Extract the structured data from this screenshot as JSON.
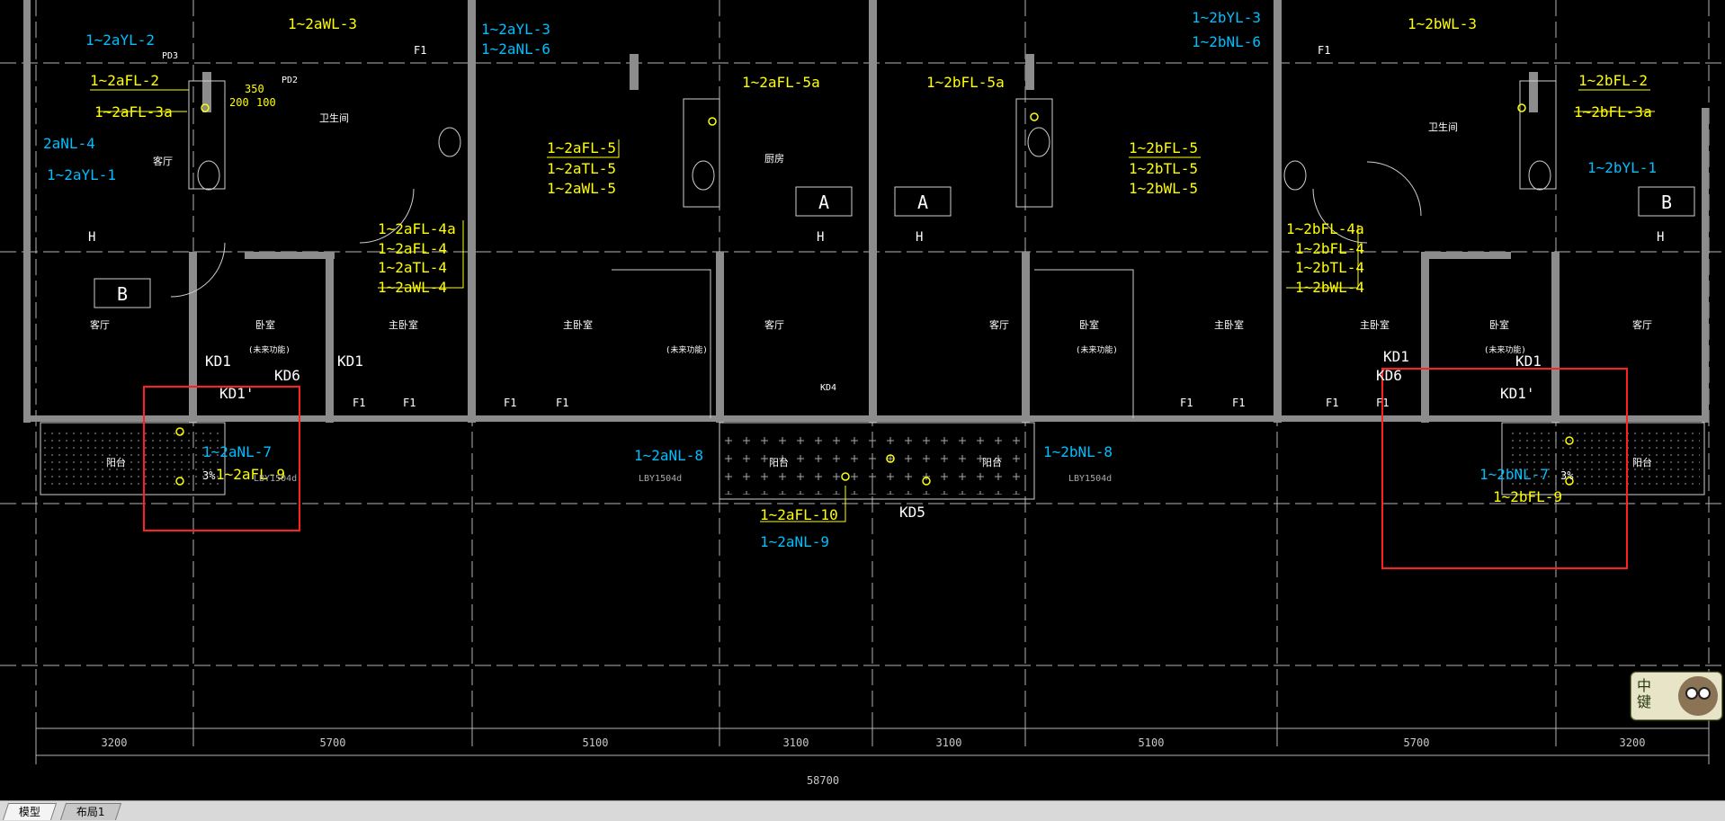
{
  "app": {
    "colors": {
      "background": "#000000",
      "wall": "#8c8c8c",
      "pipe_yellow": "#ffff00",
      "pipe_cyan": "#00bfff",
      "highlight": "#ff2020",
      "grid": "#b4b4b4",
      "text": "#ffffff"
    }
  },
  "labels_yellow": {
    "a_fl2": "1~2aFL-2",
    "a_fl3a": "1~2aFL-3a",
    "a_wl3": "1~2aWL-3",
    "a_fl5a": "1~2aFL-5a",
    "a_fl5": "1~2aFL-5",
    "a_tl5": "1~2aTL-5",
    "a_wl5": "1~2aWL-5",
    "a_fl4a": "1~2aFL-4a",
    "a_fl4": "1~2aFL-4",
    "a_tl4": "1~2aTL-4",
    "a_wl4": "1~2aWL-4",
    "a_fl10": "1~2aFL-10",
    "a_fl9": "1~2aFL-9",
    "b_fl5a": "1~2bFL-5a",
    "b_fl5": "1~2bFL-5",
    "b_tl5": "1~2bTL-5",
    "b_wl5": "1~2bWL-5",
    "b_fl4a": "1~2bFL-4a",
    "b_fl4": "1~2bFL-4",
    "b_tl4": "1~2bTL-4",
    "b_wl4": "1~2bWL-4",
    "b_wl3": "1~2bWL-3",
    "b_fl2": "1~2bFL-2",
    "b_fl3a": "1~2bFL-3a",
    "b_fl9": "1~2bFL-9"
  },
  "labels_cyan": {
    "a_yl2": "1~2aYL-2",
    "a_yl3": "1~2aYL-3",
    "a_nl6": "1~2aNL-6",
    "a_nl4": "2aNL-4",
    "a_yl1": "1~2aYL-1",
    "a_nl7": "1~2aNL-7",
    "a_nl8": "1~2aNL-8",
    "a_nl9": "1~2aNL-9",
    "b_yl3": "1~2bYL-3",
    "b_nl6": "1~2bNL-6",
    "b_yl1": "1~2bYL-1",
    "b_nl8": "1~2bNL-8",
    "b_nl7": "1~2bNL-7"
  },
  "labels_white": {
    "kd1": "KD1",
    "kd1p": "KD1'",
    "kd6": "KD6",
    "kd5": "KD5",
    "f1": "F1",
    "h": "H",
    "unit_a": "A",
    "unit_b": "B",
    "kd4": "KD4",
    "pd2": "PD2",
    "pd3": "PD3",
    "lby": "LBY1504d",
    "pct": "3%",
    "dim200": "200",
    "dim100": "100",
    "dim350": "350",
    "living": "客厅",
    "bedroom": "卧室",
    "master": "主卧室",
    "balcony": "阳台",
    "bath": "卫生间",
    "kitchen": "厨房",
    "future": "(未来功能)"
  },
  "dimensions": [
    "3200",
    "5700",
    "5100",
    "3100",
    "3100",
    "5100",
    "5700",
    "3200"
  ],
  "dimension_total": "58700",
  "tabs": [
    "模型",
    "布局1"
  ],
  "ime": {
    "text_top": "中",
    "text_bottom": "键"
  }
}
